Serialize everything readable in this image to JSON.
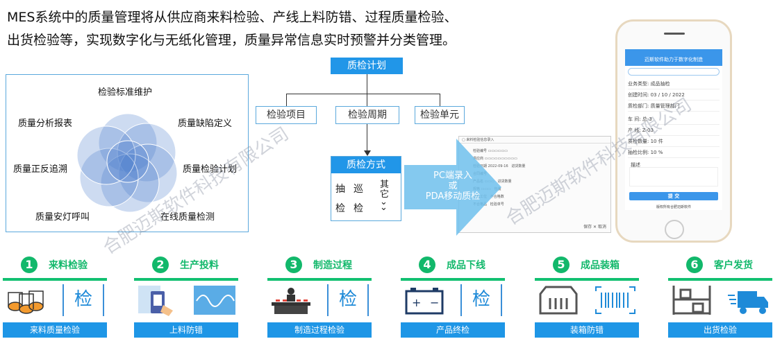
{
  "intro": {
    "line1": "MES系统中的质量管理将从供应商来料检验、产线上料防错、过程质量检验、",
    "line2": "出货检验等，实现数字化与无纸化管理，质量异常信息实时预警并分类管理。"
  },
  "venn": {
    "labels": [
      "检验标准维护",
      "质量缺陷定义",
      "质量检验计划",
      "在线质量检测",
      "质量安灯呼叫",
      "质量正反追溯",
      "质量分析报表"
    ],
    "color": "#4a7fcc"
  },
  "flow": {
    "plan": "质检计划",
    "items": [
      "检验项目",
      "检验周期",
      "检验单元"
    ],
    "method_title": "质检方式",
    "methods": [
      "抽",
      "巡",
      "检",
      "检"
    ],
    "other": "其它",
    "more_icon": "double-chevron-down-icon"
  },
  "arrow": {
    "line1": "PC端录入",
    "line2": "或",
    "line3": "PDA移动质检"
  },
  "pc_form": {
    "save": "保存",
    "cancel": "取消"
  },
  "phone": {
    "topbar": "迈斯软件助力于数字化制造",
    "rows": [
      "业务类型:  成品抽检",
      "创建时间:  03 / 10 / 2022",
      "质检部门:  质量管理部门",
      "车    间:  总-3",
      "产    线:  Z-03",
      "质检数量:  10 件",
      "抽检比例:  10 %"
    ],
    "desc_label": "描述",
    "submit": "提 交",
    "footer": "版权所有合肥迈斯软件"
  },
  "watermark": "合肥迈斯软件科技有限公司",
  "steps": [
    {
      "num": "1",
      "title": "来料检验",
      "footer": "来料质量检验",
      "jian": "检"
    },
    {
      "num": "2",
      "title": "生产投料",
      "footer": "上料防错"
    },
    {
      "num": "3",
      "title": "制造过程",
      "footer": "制造过程检验",
      "jian": "检"
    },
    {
      "num": "4",
      "title": "成品下线",
      "footer": "产品终检",
      "jian": "检"
    },
    {
      "num": "5",
      "title": "成品装箱",
      "footer": "装箱防错"
    },
    {
      "num": "6",
      "title": "客户发货",
      "footer": "出货检验"
    }
  ],
  "colors": {
    "green": "#12b86b",
    "blue": "#1e96e6"
  }
}
